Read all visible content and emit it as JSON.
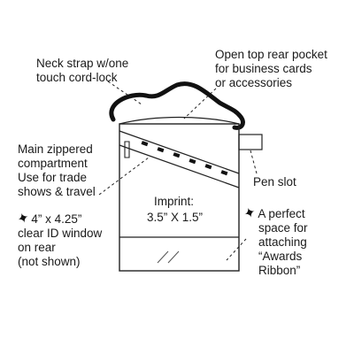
{
  "callouts": {
    "neck_strap": [
      "Neck strap w/one",
      "touch cord-lock"
    ],
    "rear_pocket": [
      "Open top rear pocket",
      "for business cards",
      "or accessories"
    ],
    "main_compartment": [
      "Main zippered",
      "compartment",
      "Use for trade",
      "shows & travel"
    ],
    "id_window": [
      "4” x 4.25”",
      "clear ID window",
      "on rear",
      "(not shown)"
    ],
    "pen_slot": "Pen slot",
    "ribbon_space": [
      "A perfect",
      "space for",
      "attaching",
      "“Awards",
      "Ribbon”"
    ]
  },
  "imprint": {
    "label": "Imprint:",
    "size": "3.5” X 1.5”"
  },
  "icons": {
    "star": "star-bullet-icon"
  },
  "colors": {
    "ink": "#1a1a1a",
    "background": "#ffffff"
  }
}
